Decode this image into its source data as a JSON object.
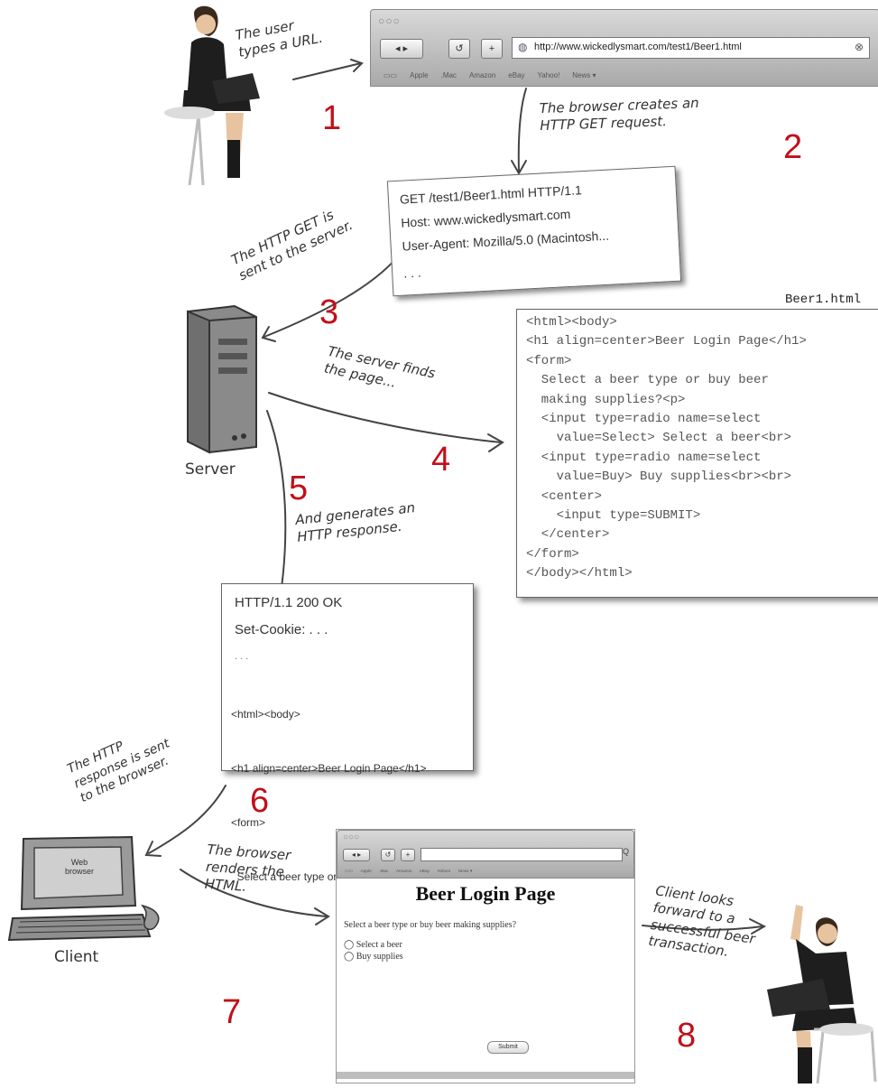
{
  "colors": {
    "step_number": "#c0101a",
    "shirt": "#1e1e1e",
    "chair": "#dcdcdc",
    "skin": "#e8c3a0"
  },
  "browser_top": {
    "url": "http://www.wickedlysmart.com/test1/Beer1.html",
    "bookmarks": [
      "Apple",
      ".Mac",
      "Amazon",
      "eBay",
      "Yahoo!",
      "News ▾"
    ]
  },
  "annotations": {
    "user_types_url": [
      "The user",
      "types a URL."
    ],
    "browser_creates_get": [
      "The browser creates an",
      "HTTP GET request."
    ],
    "get_sent": [
      "The HTTP GET is",
      "sent to the server."
    ],
    "server_finds": [
      "The server finds",
      "the page..."
    ],
    "generates_response": [
      "And generates an",
      "HTTP response."
    ],
    "response_sent": [
      "The HTTP",
      "response is sent",
      "to the browser."
    ],
    "browser_renders": [
      "The browser",
      "renders the",
      "HTML."
    ],
    "client_looks": [
      "Client looks",
      "forward to a",
      "successful beer",
      "transaction."
    ]
  },
  "steps": [
    "1",
    "2",
    "3",
    "4",
    "5",
    "6",
    "7",
    "8"
  ],
  "get_request": {
    "lines": [
      "GET /test1/Beer1.html HTTP/1.1",
      "Host: www.wickedlysmart.com",
      "User-Agent: Mozilla/5.0 (Macintosh...",
      ". . ."
    ]
  },
  "file": {
    "name": "Beer1.html",
    "lines": [
      "<html><body>",
      "<h1 align=center>Beer Login Page</h1>",
      "<form>",
      "  Select a beer type or buy beer",
      "  making supplies?<p>",
      "  <input type=radio name=select",
      "    value=Select> Select a beer<br>",
      "  <input type=radio name=select",
      "    value=Buy> Buy supplies<br><br>",
      "  <center>",
      "    <input type=SUBMIT>",
      "  </center>",
      "</form>",
      "</body></html>"
    ]
  },
  "labels": {
    "server": "Server",
    "client": "Client",
    "web_browser": [
      "Web",
      "browser"
    ]
  },
  "response": {
    "status": "HTTP/1.1 200 OK",
    "cookie": "Set-Cookie: . . .",
    "dots": ". . .",
    "lines": [
      "<html><body>",
      "<h1 align=center>Beer Login Page</h1>",
      "<form>",
      "  Select a beer type or buy beer . . ."
    ]
  },
  "rendered": {
    "title": "Beer Login Page",
    "question": "Select a beer type or buy beer making supplies?",
    "options": [
      "Select a beer",
      "Buy supplies"
    ],
    "submit": "Submit"
  }
}
